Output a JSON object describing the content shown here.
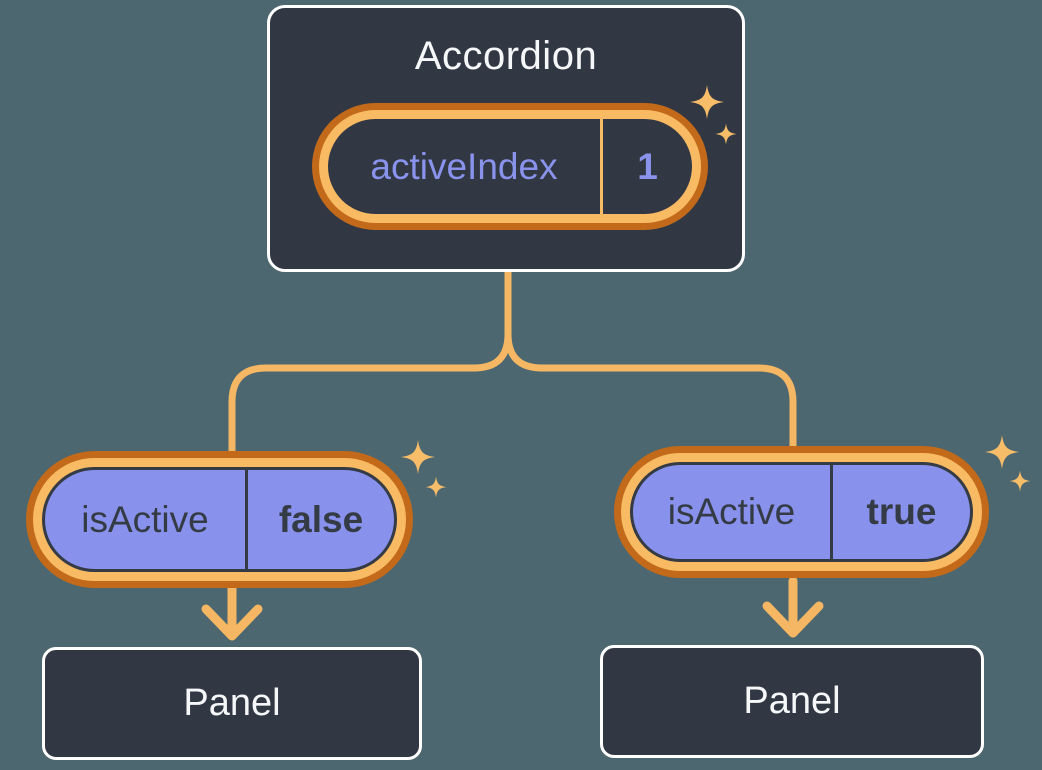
{
  "colors": {
    "background": "#4C676F",
    "node-bg": "#313844",
    "node-border": "#FFFFFF",
    "node-text": "#F6F7F9",
    "pill-purple": "#8891EB",
    "pill-dark-text": "#343B45",
    "accent-purple-text": "#8A93EC",
    "ring-orange-light": "#F8BA62",
    "ring-orange-dark": "#C2691A",
    "connector-orange": "#F5B763",
    "sparkle-gold": "#F7BD68"
  },
  "diagram": {
    "root": {
      "title": "Accordion",
      "state": {
        "label": "activeIndex",
        "value": "1"
      }
    },
    "children": [
      {
        "state": {
          "label": "isActive",
          "value": "false"
        },
        "panel": {
          "title": "Panel"
        }
      },
      {
        "state": {
          "label": "isActive",
          "value": "true"
        },
        "panel": {
          "title": "Panel"
        }
      }
    ]
  }
}
